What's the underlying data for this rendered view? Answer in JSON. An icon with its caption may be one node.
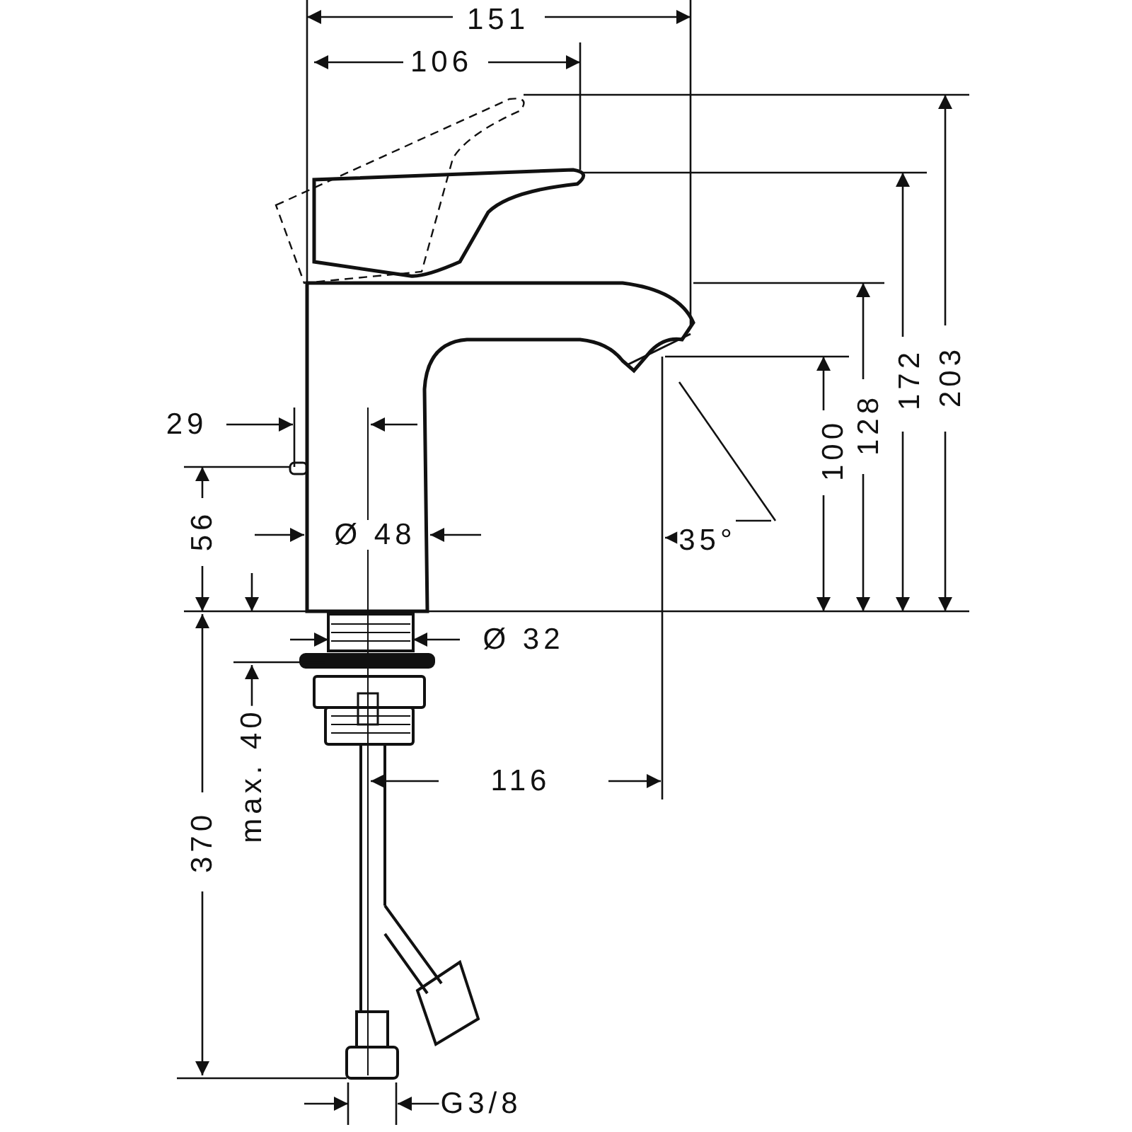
{
  "diagram": {
    "labels": [
      "151",
      "106",
      "29",
      "56",
      "Ø 48",
      "35°",
      "Ø 32",
      "max. 40",
      "116",
      "370",
      "G3/8",
      "100",
      "128",
      "172",
      "203"
    ]
  }
}
